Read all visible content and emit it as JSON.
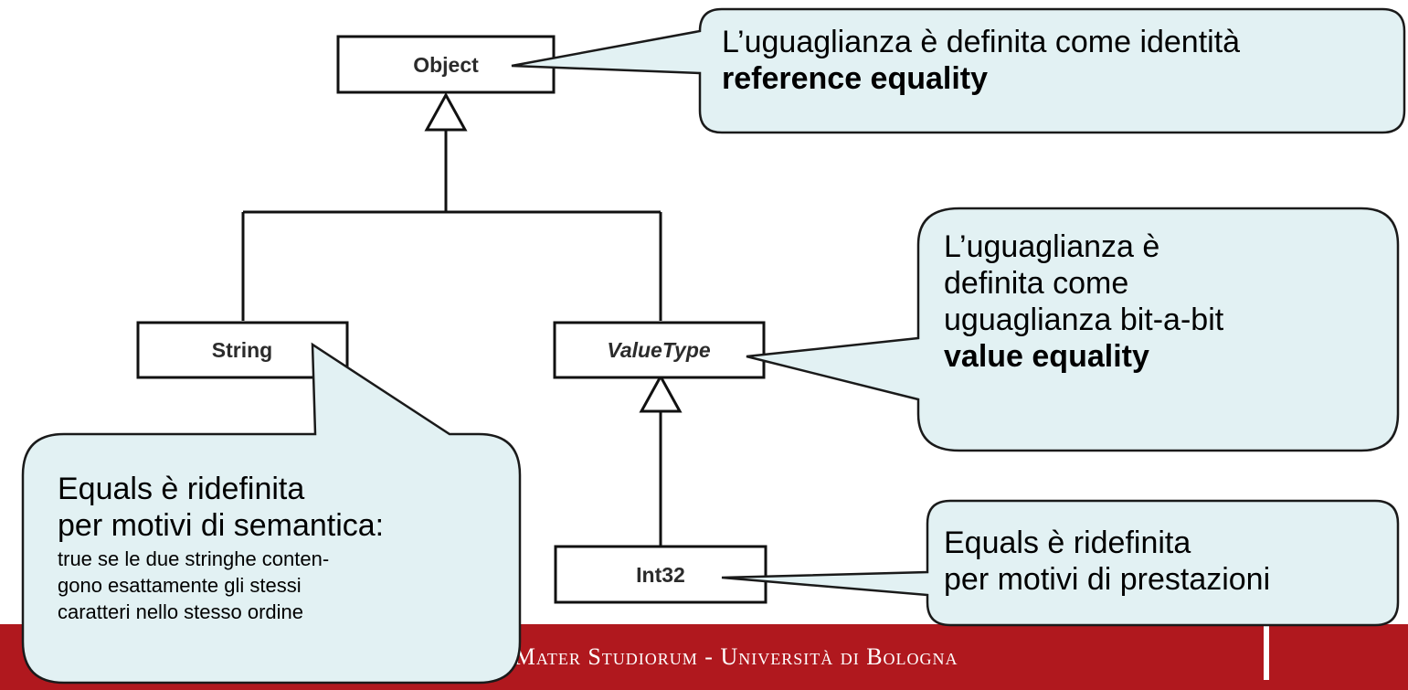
{
  "diagram": {
    "classes": {
      "object": "Object",
      "string": "String",
      "valuetype": "ValueType",
      "int32": "Int32"
    },
    "callouts": {
      "object_note": {
        "line1": "L’uguaglianza è definita come identità",
        "line2": "reference equality"
      },
      "valuetype_note": {
        "line1": "L’uguaglianza è",
        "line2": "definita come",
        "line3": "uguaglianza bit-a-bit",
        "line4": "value equality"
      },
      "int32_note": {
        "line1": "Equals è ridefinita",
        "line2": "per motivi di prestazioni"
      },
      "string_note": {
        "line1": "Equals è ridefinita",
        "line2": "per motivi di semantica:",
        "line3": "true se le due stringhe conten-",
        "line4": "gono esattamente gli stessi",
        "line5": "caratteri nello stesso ordine"
      }
    },
    "colors": {
      "callout_fill": "#e2f1f3",
      "callout_stroke": "#1a1a1a",
      "footer_red": "#b0181e"
    }
  },
  "footer": {
    "text": "Alma Mater Studiorum - Università di Bologna"
  }
}
